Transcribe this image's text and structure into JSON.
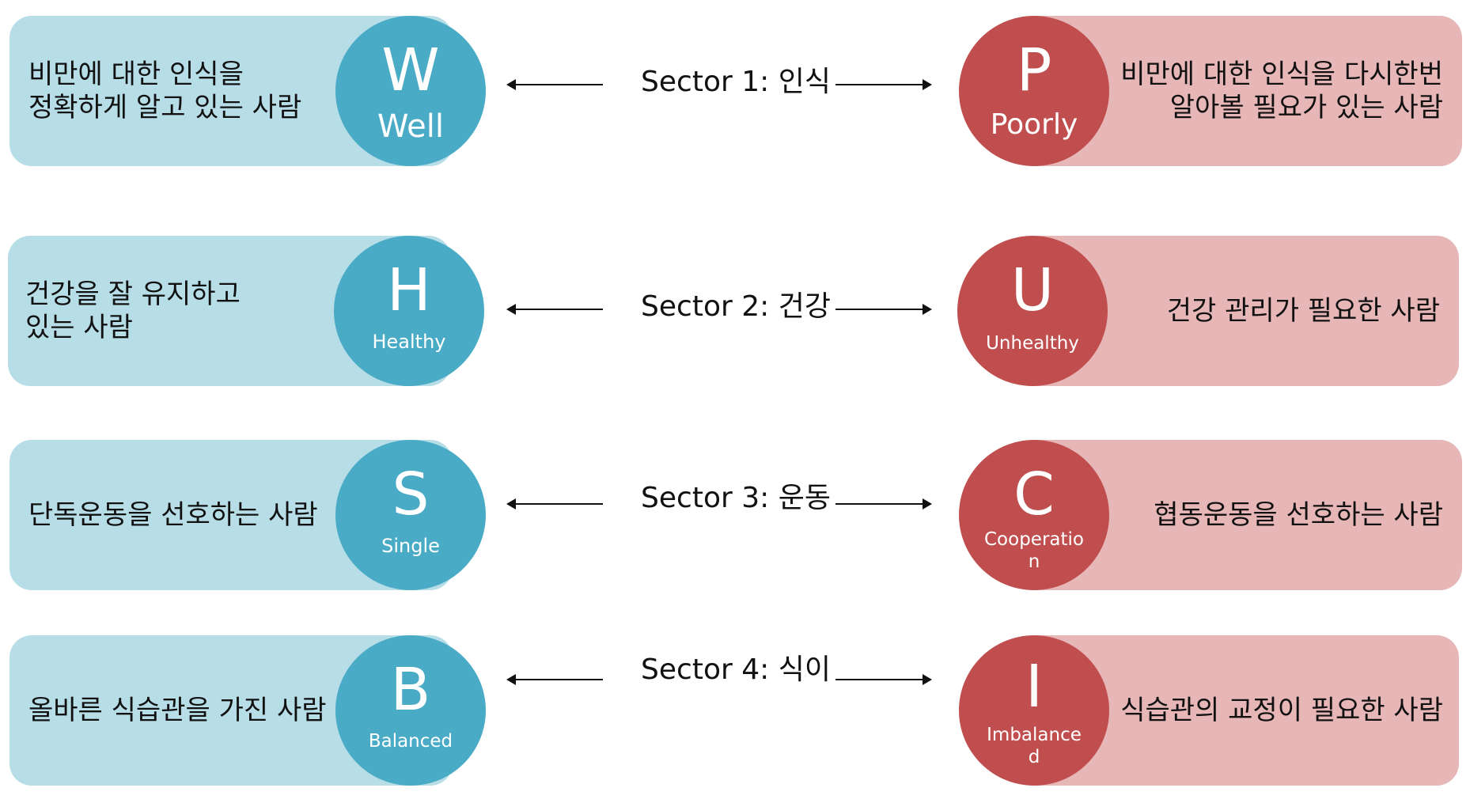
{
  "colors": {
    "left_pill": "#b7dde7",
    "left_circle": "#4aabc6",
    "right_pill": "#e7b6b7",
    "right_circle": "#c04e4e"
  },
  "rows": [
    {
      "sector": "Sector 1: 인식",
      "left": {
        "letter": "W",
        "word": "Well",
        "desc": "비만에 대한 인식을\n정확하게 알고 있는 사람"
      },
      "right": {
        "letter": "P",
        "word": "Poorly",
        "desc": "비만에 대한 인식을 다시한번\n알아볼 필요가 있는 사람"
      }
    },
    {
      "sector": "Sector 2: 건강",
      "left": {
        "letter": "H",
        "word": "Healthy",
        "desc": "건강을 잘 유지하고\n있는 사람"
      },
      "right": {
        "letter": "U",
        "word": "Unhealthy",
        "desc": "건강 관리가 필요한 사람"
      }
    },
    {
      "sector": "Sector 3: 운동",
      "left": {
        "letter": "S",
        "word": "Single",
        "desc": "단독운동을 선호하는 사람"
      },
      "right": {
        "letter": "C",
        "word": "Cooperation",
        "desc": "협동운동을 선호하는 사람"
      }
    },
    {
      "sector": "Sector 4: 식이",
      "left": {
        "letter": "B",
        "word": "Balanced",
        "desc": "올바른 식습관을 가진 사람"
      },
      "right": {
        "letter": "I",
        "word": "Imbalanced",
        "desc": "식습관의 교정이 필요한 사람"
      }
    }
  ]
}
